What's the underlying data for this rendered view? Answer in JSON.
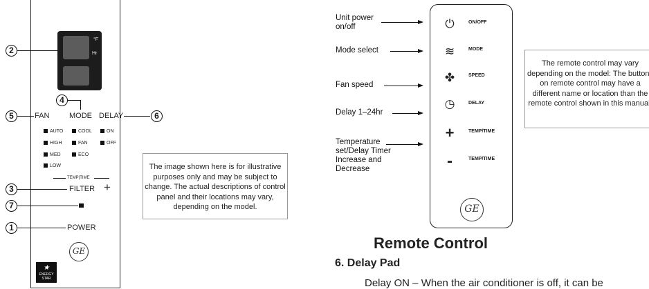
{
  "panel": {
    "display": {
      "unit_label": "°F",
      "hr_label": "Hr"
    },
    "callouts": [
      "2",
      "4",
      "5",
      "6",
      "3",
      "7",
      "1"
    ],
    "labels": {
      "fan": "FAN",
      "mode": "MODE",
      "delay": "DELAY",
      "filter": "FILTER",
      "power": "POWER",
      "temp_time": "TEMP|TIME",
      "plus": "+"
    },
    "leds": {
      "fan": [
        "AUTO",
        "HIGH",
        "MED",
        "LOW"
      ],
      "mode": [
        "COOL",
        "FAN",
        "ECO"
      ],
      "delay": [
        "ON",
        "OFF"
      ]
    },
    "ge_logo": "GE",
    "energy_star": "ENERGY STAR"
  },
  "note_panel": "The image shown here is for illustrative purposes only and may be subject to change. The actual descriptions of control panel and their locations may vary, depending on the model.",
  "remote": {
    "buttons": [
      {
        "icon": "power-icon",
        "glyph": "⏻",
        "label": "ON/OFF"
      },
      {
        "icon": "mode-wave-icon",
        "glyph": "≋",
        "label": "MODE"
      },
      {
        "icon": "fan-icon",
        "glyph": "✤",
        "label": "SPEED"
      },
      {
        "icon": "clock-icon",
        "glyph": "◷",
        "label": "DELAY"
      },
      {
        "icon": "plus-icon",
        "glyph": "+",
        "label": "TEMP/TIME"
      },
      {
        "icon": "minus-icon",
        "glyph": "-",
        "label": "TEMP/TIME"
      }
    ],
    "ge_logo": "GE"
  },
  "descriptions": {
    "power": "Unit power on/off",
    "mode": "Mode select",
    "fan": "Fan speed",
    "delay": "Delay 1–24hr",
    "temp": "Temperature set/Delay Timer Increase and Decrease"
  },
  "note_remote": "The remote control may vary depending on the model: The buttons on remote control may have a different name or location than the remote control shown in this manual.",
  "headings": {
    "remote_control": "Remote Control",
    "section": "6. Delay Pad"
  },
  "bottom_text": "Delay ON – When the air conditioner is off, it can be"
}
